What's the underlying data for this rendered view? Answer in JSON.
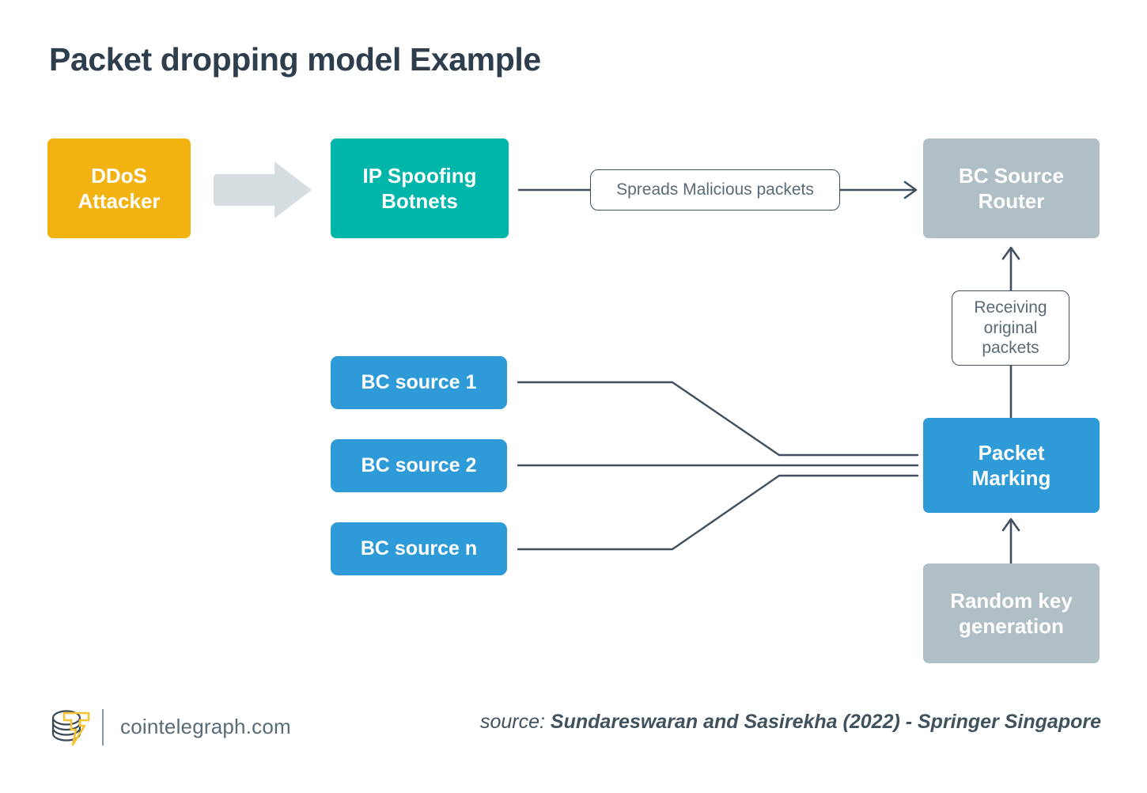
{
  "page": {
    "title": "Packet dropping model Example",
    "background": "#FFFFFF"
  },
  "colors": {
    "title_text": "#2F3E4D",
    "attacker_amber": "#F2B312",
    "botnet_teal": "#00B5AA",
    "router_gray": "#B0BEC5",
    "source_blue": "#2E9BD8",
    "connector_stroke": "#40505E",
    "block_arrow_gray": "#D6DEE2",
    "label_text": "#5A6B78",
    "logo_bolt_yellow": "#F5C432"
  },
  "nodes": {
    "ddos_attacker": {
      "label": "DDoS\nAttacker",
      "color": "#F2B312"
    },
    "ip_spoofing_botnets": {
      "label": "IP Spoofing\nBotnets",
      "color": "#00B5AA"
    },
    "bc_source_router": {
      "label": "BC Source\nRouter",
      "color": "#B0BEC5"
    },
    "packet_marking": {
      "label": "Packet\nMarking",
      "color": "#2E9BD8"
    },
    "random_key_generation": {
      "label": "Random key\ngeneration",
      "color": "#B0BEC5"
    },
    "bc_sources": [
      {
        "label": "BC source 1",
        "color": "#2E9BD8"
      },
      {
        "label": "BC source 2",
        "color": "#2E9BD8"
      },
      {
        "label": "BC source n",
        "color": "#2E9BD8"
      }
    ]
  },
  "edge_labels": {
    "spreads_malicious_packets": "Spreads Malicious packets",
    "receiving_original_packets": "Receiving\noriginal\npackets"
  },
  "footer": {
    "site": "cointelegraph.com",
    "logo_icon": "cointelegraph-coins-bolt-icon",
    "source_prefix": "source:",
    "source_reference": "Sundareswaran and Sasirekha (2022) - Springer Singapore"
  }
}
